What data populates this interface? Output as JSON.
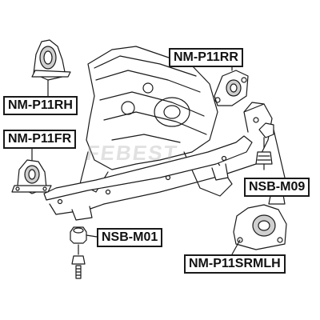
{
  "labels": {
    "nm_p11rh": "NM-P11RH",
    "nm_p11fr": "NM-P11FR",
    "nm_p11rr": "NM-P11RR",
    "nsb_m09": "NSB-M09",
    "nsb_m01": "NSB-M01",
    "nm_p11srmlh": "NM-P11SRMLH"
  },
  "watermark": "FEBEST",
  "colors": {
    "line": "#1a1a1a",
    "fill": "#ffffff",
    "shade": "#cfcfcf",
    "label_border": "#1a1a1a"
  }
}
